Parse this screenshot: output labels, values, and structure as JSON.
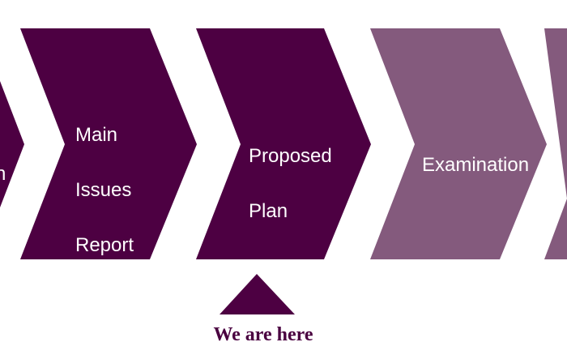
{
  "steps": [
    {
      "label_lines": [
        "n"
      ],
      "state": "complete"
    },
    {
      "label_lines": [
        "Main",
        "Issues",
        "Report"
      ],
      "state": "complete"
    },
    {
      "label_lines": [
        "Proposed",
        "Plan"
      ],
      "state": "current"
    },
    {
      "label_lines": [
        "Examination"
      ],
      "state": "upcoming"
    },
    {
      "label_lines": [
        ""
      ],
      "state": "upcoming"
    }
  ],
  "marker": {
    "label": "We are here"
  },
  "colors": {
    "complete": "#4d0042",
    "upcoming": "#845a7d",
    "marker": "#4d0042",
    "marker_text": "#4a0040"
  }
}
